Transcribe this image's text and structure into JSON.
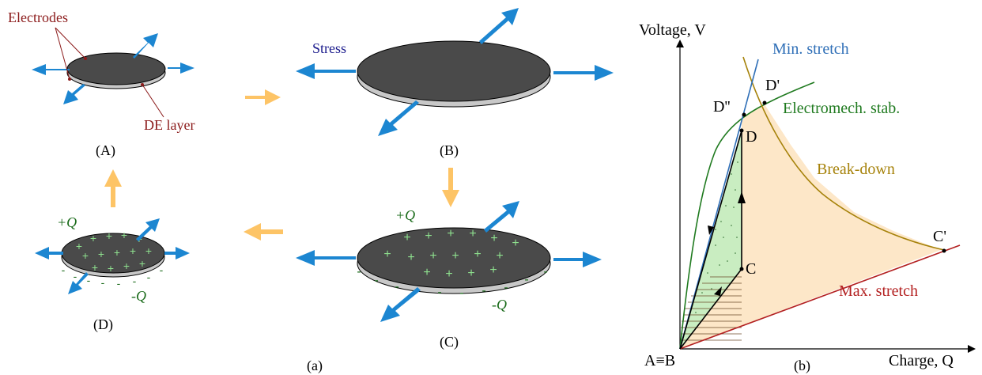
{
  "colors": {
    "arrow_blue": "#1c86d1",
    "flow_orange": "#fdc466",
    "disk_top": "#4a4a4a",
    "disk_rim": "#c8c8c8",
    "label_red": "#8b1a1a",
    "label_green": "#1a6b1a",
    "label_navy": "#1a1a8c",
    "plus_green": "#8ee08e",
    "curve_blue": "#2f6fb7",
    "curve_green": "#1f7a1f",
    "curve_breakdown": "#a6820a",
    "curve_maxstretch": "#b32020",
    "fill_peach": "#fde7c8",
    "fill_green": "#c9edc1"
  },
  "panel_a": {
    "caption": "(a)",
    "labels": {
      "electrodes": "Electrodes",
      "de_layer": "DE layer",
      "stress": "Stress",
      "state_a": "(A)",
      "state_b": "(B)",
      "state_c": "(C)",
      "state_d": "(D)",
      "plus_q": "+Q",
      "minus_q": "-Q"
    }
  },
  "panel_b": {
    "caption": "(b)",
    "axes": {
      "y_label": "Voltage, V",
      "x_label": "Charge, Q",
      "origin_label": "A≡B"
    },
    "curves": {
      "min_stretch": "Min. stretch",
      "electromech": "Electromech. stab.",
      "breakdown": "Break-down",
      "max_stretch": "Max. stretch"
    },
    "points": {
      "d": "D",
      "d_prime": "D'",
      "d_double_prime": "D''",
      "c": "C",
      "c_prime": "C'"
    }
  }
}
